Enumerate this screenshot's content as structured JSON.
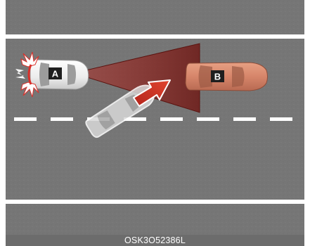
{
  "diagram": {
    "caption": "OSK3O52386L",
    "vehicles": [
      {
        "id": "car-a",
        "label": "A",
        "role": "driver-vehicle",
        "color": "#f4f4f4"
      },
      {
        "id": "car-b",
        "label": "B",
        "role": "vehicle-ahead",
        "color": "#d9886a"
      },
      {
        "id": "car-c",
        "label": "",
        "role": "cutting-in-vehicle",
        "color": "#d8d8d8"
      }
    ],
    "colors": {
      "road": "#747474",
      "lane_marking": "#ffffff",
      "sensor_cone": "#7a1f1a",
      "cut_in_arrow": "#c0392b",
      "warning_burst": "#ffffff",
      "warning_accent": "#d9302a",
      "caption_bar": "#6c6c6c"
    },
    "icons": [
      "warning-burst-icon",
      "cut-in-arrow-icon",
      "sensor-cone"
    ]
  }
}
